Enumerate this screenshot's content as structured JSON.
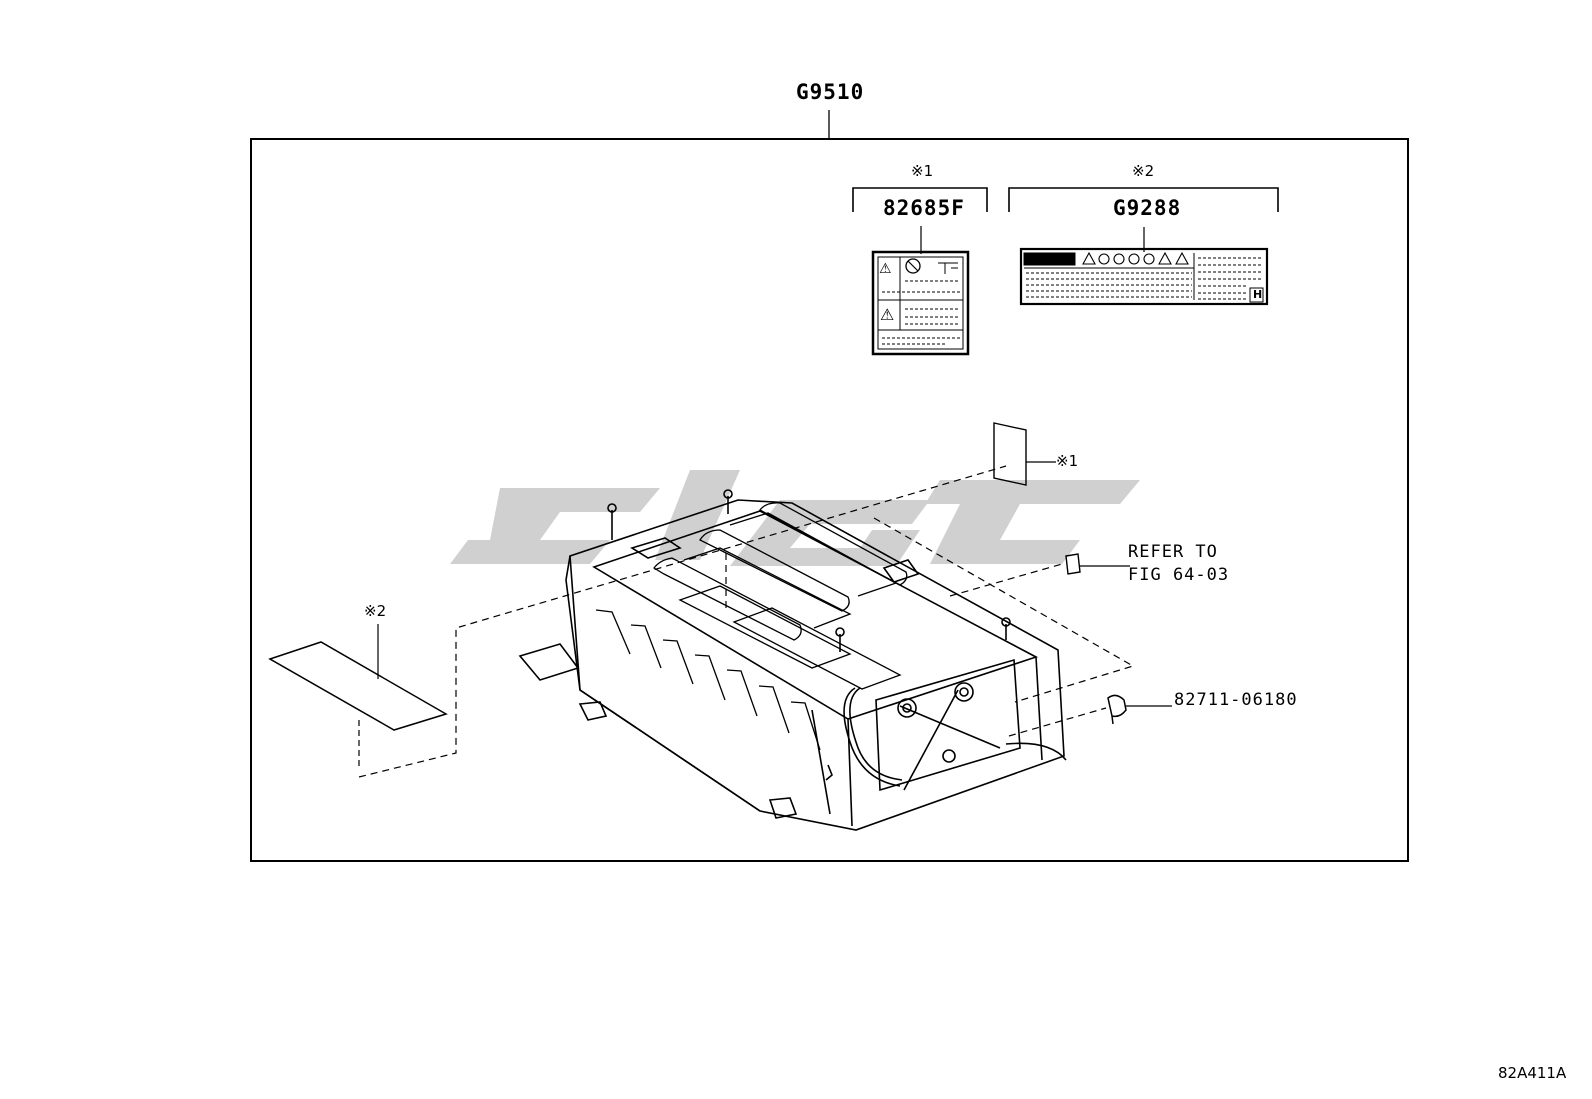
{
  "diagram": {
    "parts": {
      "assembly": "G9510",
      "label_1": "82685F",
      "label_2": "G9288",
      "clip": "82711-06180"
    },
    "notes": {
      "mark_1": "※1",
      "mark_2": "※2"
    },
    "refer": {
      "line1": "REFER TO",
      "line2": "FIG 64-03"
    },
    "label_icons": {
      "warning_glyph": "⚠",
      "label_2_tag": "H"
    },
    "illustration_code": "82A411A"
  },
  "colors": {
    "line": "#000000",
    "watermark": "#c8c8c8",
    "background": "#ffffff"
  }
}
